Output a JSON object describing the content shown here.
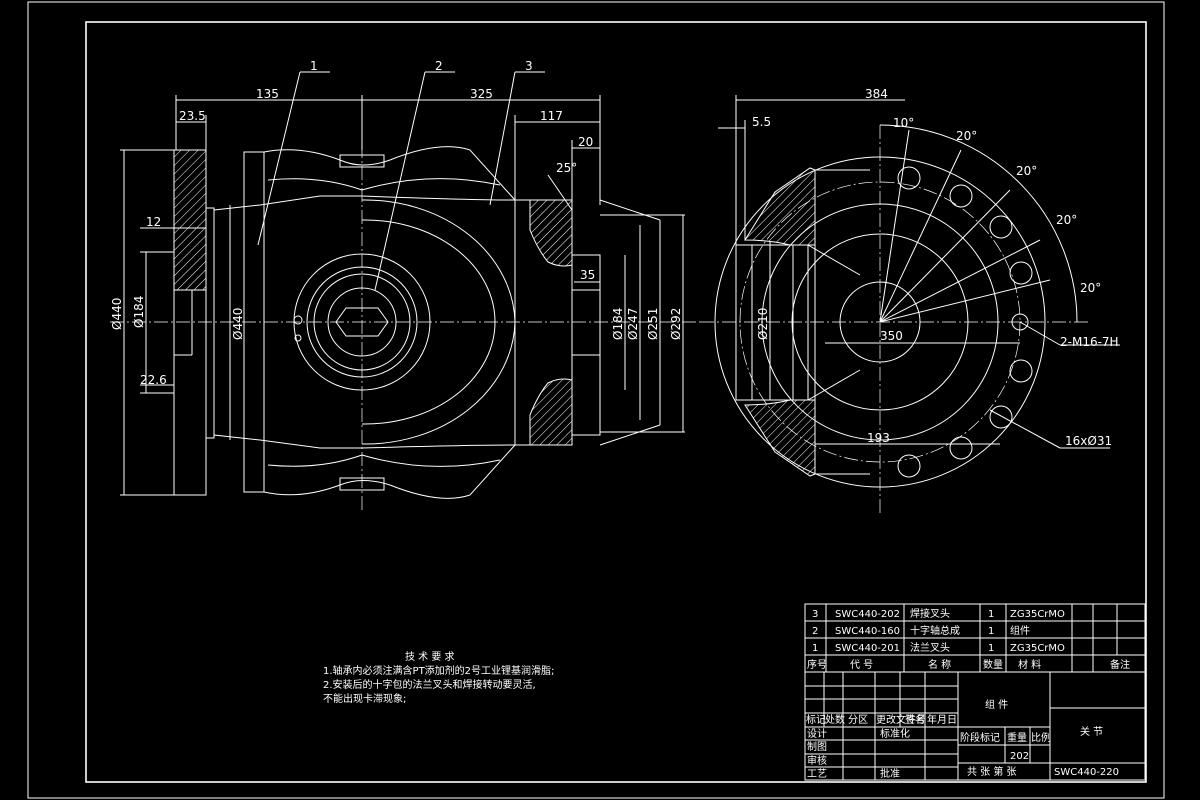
{
  "part_labels": [
    "1",
    "2",
    "3"
  ],
  "dims_left": {
    "d135": "135",
    "d325": "325",
    "d117": "117",
    "d23_5": "23.5",
    "d20": "20",
    "d25deg": "25°",
    "d35": "35",
    "d12": "12",
    "d22_6": "22.6",
    "phi440_outer": "Ø440",
    "phi184_left": "Ø184",
    "phi440_inner": "Ø440",
    "phi184_right": "Ø184",
    "phi247": "Ø247",
    "phi251": "Ø251",
    "phi292": "Ø292"
  },
  "dims_right": {
    "d384": "384",
    "d5_5": "5.5",
    "a10": "10°",
    "a20_1": "20°",
    "a20_2": "20°",
    "a20_3": "20°",
    "a20_4": "20°",
    "phi210": "Ø210",
    "d350": "350",
    "thread": "2-M16-7H",
    "d193": "193",
    "holes": "16xØ31"
  },
  "tech_requirements": {
    "title": "技 术 要 求",
    "line1": "1.轴承内必须注满含PT添加剂的2号工业锂基润滑脂;",
    "line2": "2.安装后的十字包的法兰叉头和焊接转动要灵活,",
    "line3": "不能出现卡滞现象;"
  },
  "bom": {
    "rows": [
      {
        "seq": "3",
        "code": "SWC440-202",
        "name": "焊接叉头",
        "qty": "1",
        "material": "ZG35CrMO"
      },
      {
        "seq": "2",
        "code": "SWC440-160",
        "name": "十字轴总成",
        "qty": "1",
        "material": "组件"
      },
      {
        "seq": "1",
        "code": "SWC440-201",
        "name": "法兰叉头",
        "qty": "1",
        "material": "ZG35CrMO"
      }
    ],
    "header": {
      "seq": "序号",
      "code": "代 号",
      "name": "名 称",
      "qty": "数量",
      "material": "材 料",
      "note": "备注"
    }
  },
  "title_block": {
    "assembly": "组 件",
    "title": "关 节",
    "drawing_no": "SWC440-220",
    "scale_value": "202",
    "stage": "阶段标记",
    "weight": "重量",
    "ratio": "比例",
    "sheets": "共  张  第  张",
    "rev_labels": [
      "标记",
      "处数",
      "分区",
      "更改文件号",
      "签名",
      "年月日"
    ],
    "roles": [
      "设计",
      "制图",
      "审核",
      "工艺"
    ],
    "std": "标准化",
    "approve": "批准"
  }
}
